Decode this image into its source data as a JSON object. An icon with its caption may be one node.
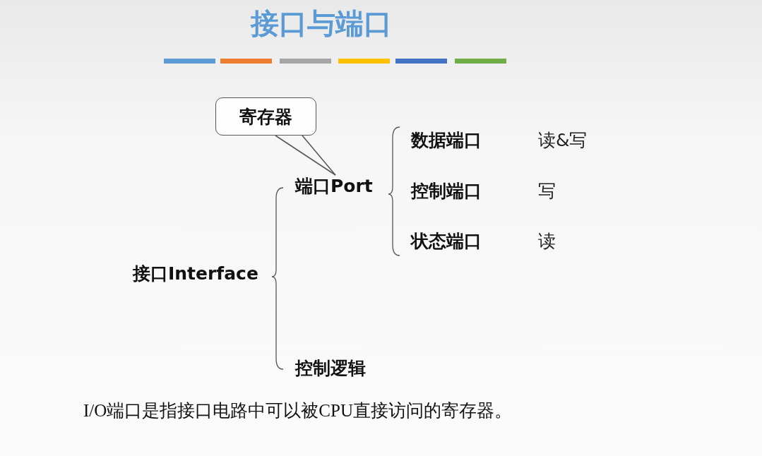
{
  "diagram": {
    "title": "接口与端口",
    "nodes": [
      {
        "text": [
          "接口Interface"
        ]
      },
      {
        "text": [
          "端口Port"
        ]
      },
      {
        "text": [
          "控制逻辑"
        ]
      },
      {
        "text": [
          "数据端口"
        ],
        "beside": [
          "读&写"
        ]
      },
      {
        "text": [
          "控制端口"
        ],
        "beside": [
          "写"
        ]
      },
      {
        "text": [
          "状态端口"
        ],
        "beside": [
          "读"
        ]
      },
      {
        "text": [
          "寄存器"
        ]
      }
    ],
    "edges": [
      {
        "from": 6,
        "to": 1,
        "arrow": "none"
      }
    ],
    "labels": [
      "I/O端口是指接口电路中可以被CPU直接访问的寄存器。"
    ]
  }
}
